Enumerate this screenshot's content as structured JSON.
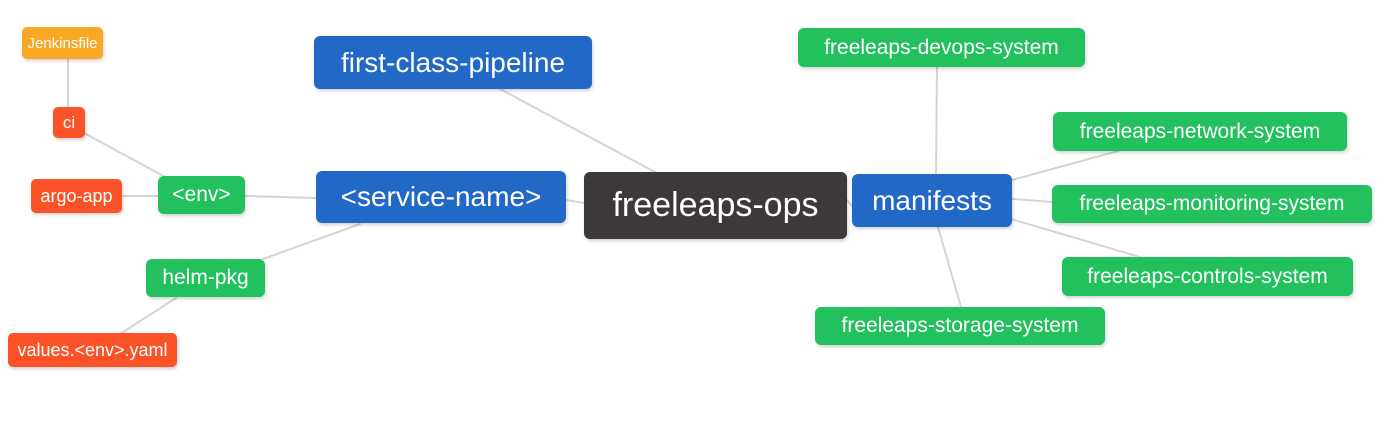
{
  "diagram": {
    "type": "mindmap",
    "root_label": "freeleaps-ops",
    "palette": {
      "dark": "#3C3938",
      "blue": "#2268C6",
      "green": "#22C15E",
      "red": "#FB5327",
      "amber": "#F9A825",
      "text": "#FFFFFF",
      "edge": "#D4D4D4"
    },
    "nodes": [
      {
        "id": "jenkinsfile",
        "label": "Jenkinsfile",
        "type": "amber"
      },
      {
        "id": "ci",
        "label": "ci",
        "type": "red"
      },
      {
        "id": "argo-app",
        "label": "argo-app",
        "type": "red"
      },
      {
        "id": "env",
        "label": "<env>",
        "type": "green"
      },
      {
        "id": "first-class-pipeline",
        "label": "first-class-pipeline",
        "type": "blue"
      },
      {
        "id": "service-name",
        "label": "<service-name>",
        "type": "blue"
      },
      {
        "id": "helm-pkg",
        "label": "helm-pkg",
        "type": "green"
      },
      {
        "id": "values-env-yaml",
        "label": "values.<env>.yaml",
        "type": "red"
      },
      {
        "id": "freeleaps-ops",
        "label": "freeleaps-ops",
        "type": "dark"
      },
      {
        "id": "manifests",
        "label": "manifests",
        "type": "blue"
      },
      {
        "id": "freeleaps-devops-system",
        "label": "freeleaps-devops-system",
        "type": "green"
      },
      {
        "id": "freeleaps-network-system",
        "label": "freeleaps-network-system",
        "type": "green"
      },
      {
        "id": "freeleaps-monitoring-system",
        "label": "freeleaps-monitoring-system",
        "type": "green"
      },
      {
        "id": "freeleaps-controls-system",
        "label": "freeleaps-controls-system",
        "type": "green"
      },
      {
        "id": "freeleaps-storage-system",
        "label": "freeleaps-storage-system",
        "type": "green"
      }
    ],
    "edges": [
      {
        "parent": "freeleaps-ops",
        "child": "first-class-pipeline"
      },
      {
        "parent": "freeleaps-ops",
        "child": "service-name"
      },
      {
        "parent": "freeleaps-ops",
        "child": "manifests"
      },
      {
        "parent": "service-name",
        "child": "env"
      },
      {
        "parent": "service-name",
        "child": "helm-pkg"
      },
      {
        "parent": "env",
        "child": "ci"
      },
      {
        "parent": "env",
        "child": "argo-app"
      },
      {
        "parent": "ci",
        "child": "jenkinsfile"
      },
      {
        "parent": "helm-pkg",
        "child": "values-env-yaml"
      },
      {
        "parent": "manifests",
        "child": "freeleaps-devops-system"
      },
      {
        "parent": "manifests",
        "child": "freeleaps-network-system"
      },
      {
        "parent": "manifests",
        "child": "freeleaps-monitoring-system"
      },
      {
        "parent": "manifests",
        "child": "freeleaps-controls-system"
      },
      {
        "parent": "manifests",
        "child": "freeleaps-storage-system"
      }
    ]
  }
}
